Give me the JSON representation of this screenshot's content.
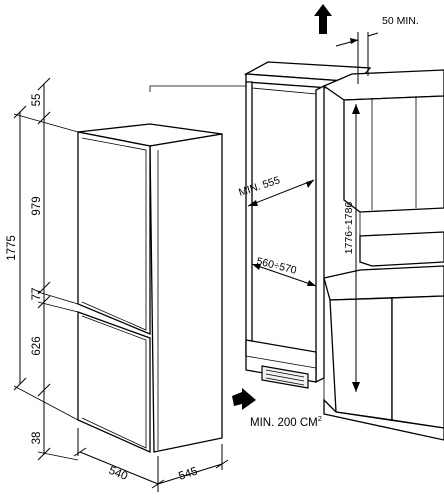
{
  "dimensions": {
    "top_gap": "55",
    "total_height": "1775",
    "upper_door": "979",
    "door_gap": "77",
    "lower_door": "626",
    "bottom_gap": "38",
    "width": "540",
    "depth": "545",
    "niche_depth": "MIN. 555",
    "niche_width": "560÷570",
    "niche_height": "1776÷1786",
    "vent_top": "50 MIN.",
    "vent_bottom": "MIN. 200 CM",
    "vent_bottom_sup": "2"
  },
  "icons": {
    "airflow_out": "up-arrow-icon",
    "airflow_in": "right-arrow-icon"
  }
}
